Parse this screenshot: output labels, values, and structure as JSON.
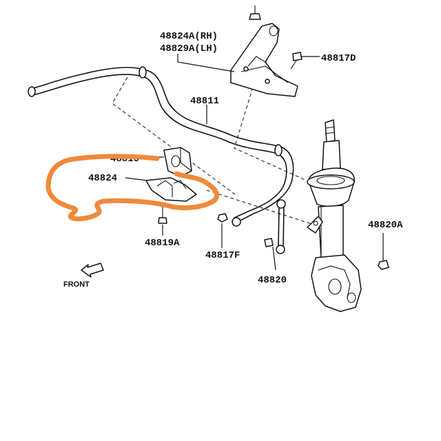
{
  "diagram": {
    "labels": {
      "bracket_rh": "48824A(RH)",
      "bracket_lh": "48829A(LH)",
      "bolt_top": "48817D",
      "stabilizer_bar": "48811",
      "bushing_top": "48815",
      "bushing": "48824",
      "bolt_bottom": "48819A",
      "nut_link": "48817F",
      "link": "48820",
      "nut_strut": "48820A",
      "front": "FRONT"
    },
    "highlight_color": "#f08a3c",
    "line_color": "#111111"
  }
}
